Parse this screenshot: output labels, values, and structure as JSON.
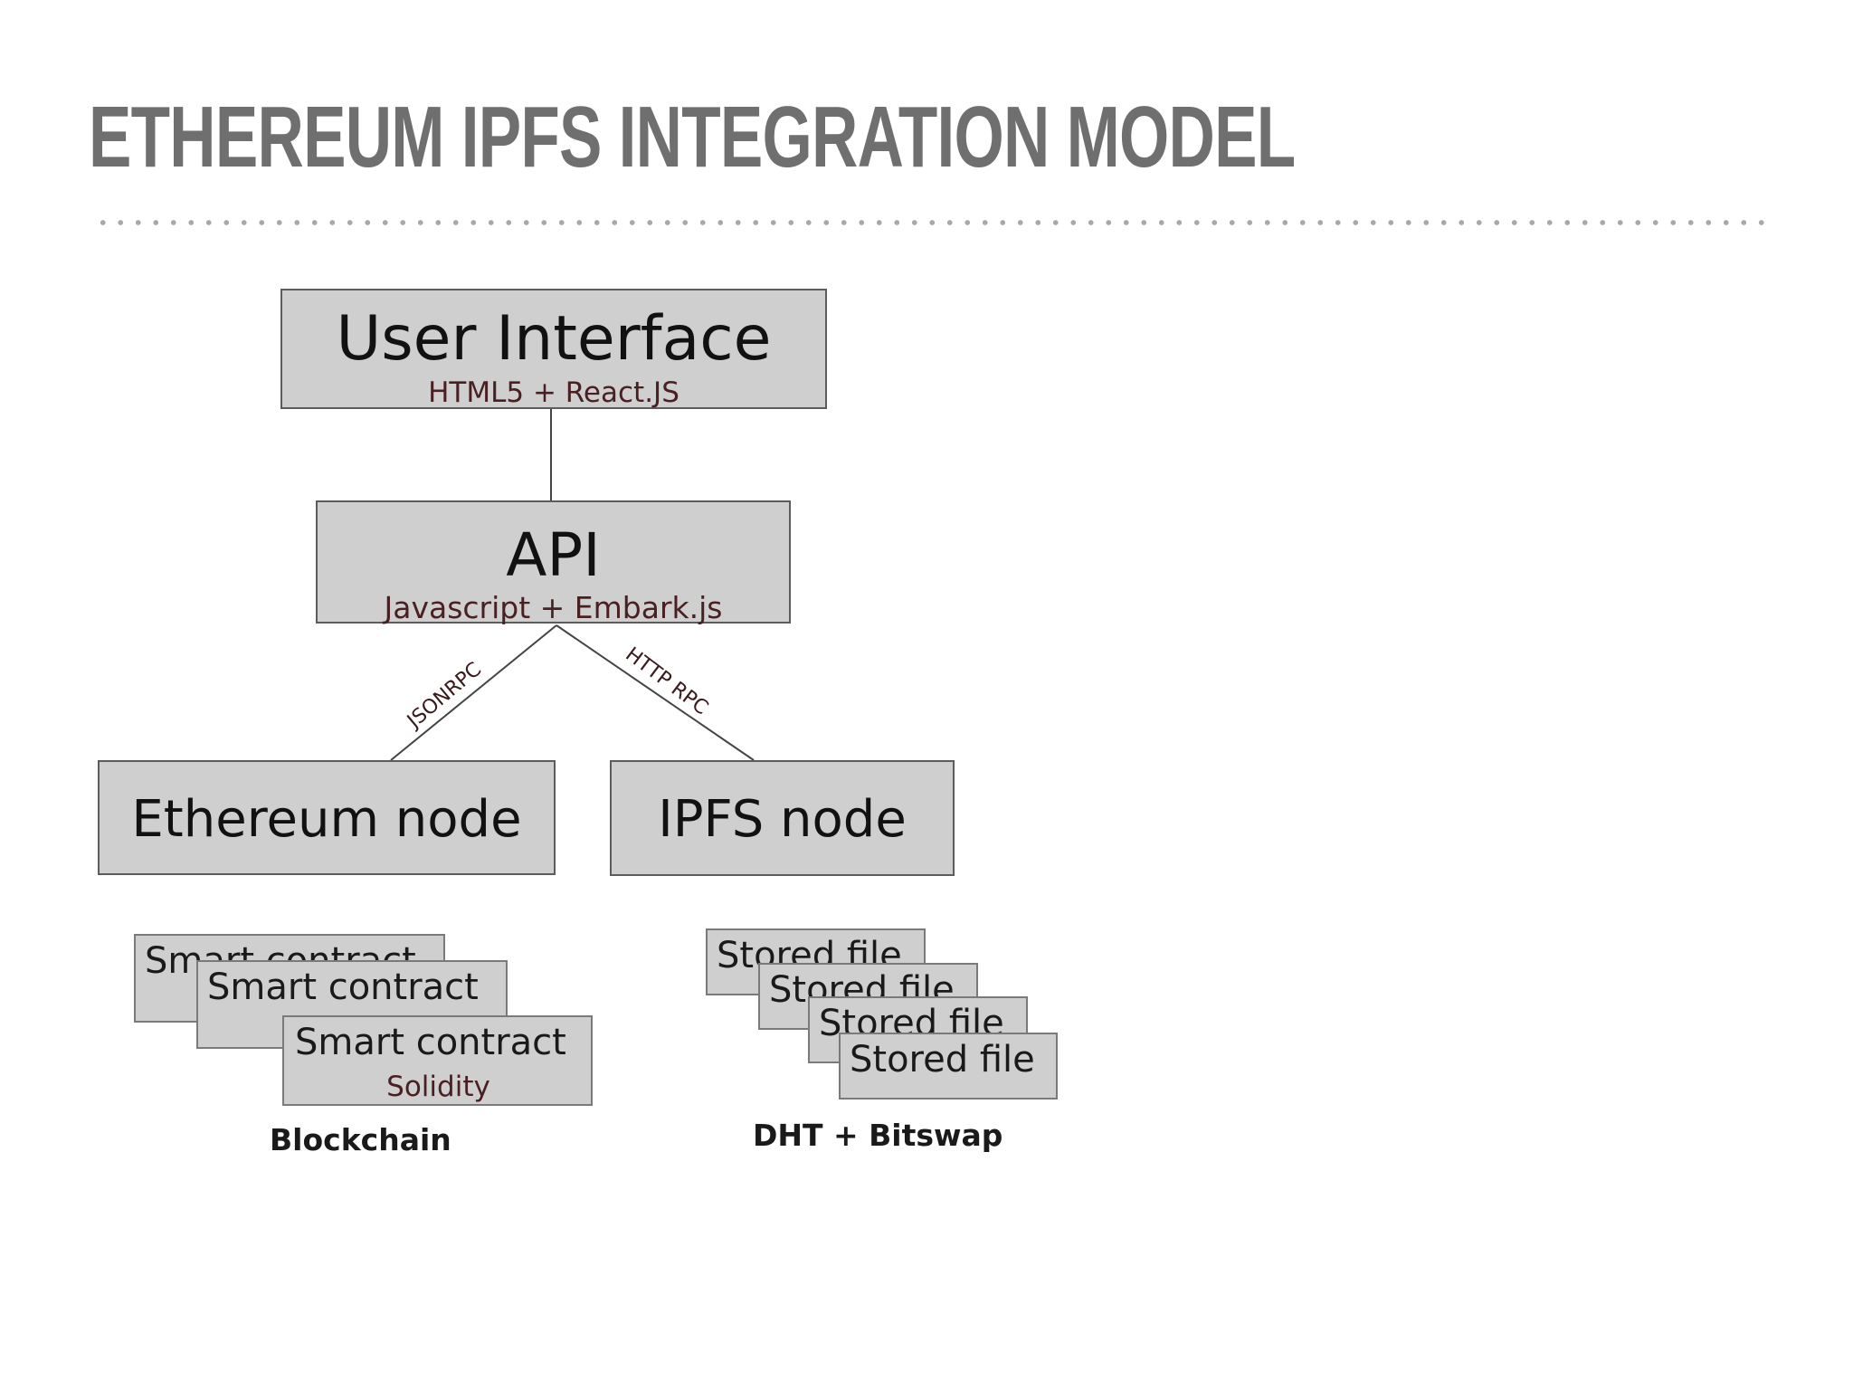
{
  "title": "ETHEREUM IPFS INTEGRATION MODEL",
  "diagram": {
    "user_interface": {
      "label": "User Interface",
      "tech": "HTML5 + React.JS"
    },
    "api": {
      "label": "API",
      "tech": "Javascript + Embark.js"
    },
    "ethereum_node": {
      "label": "Ethereum node"
    },
    "ipfs_node": {
      "label": "IPFS node"
    },
    "links": {
      "api_to_ethereum": "JSONRPC",
      "api_to_ipfs": "HTTP RPC"
    },
    "smart_contracts": {
      "items": [
        "Smart contract",
        "Smart contract",
        "Smart contract"
      ],
      "language": "Solidity",
      "caption": "Blockchain"
    },
    "stored_files": {
      "items": [
        "Stored file",
        "Stored file",
        "Stored file",
        "Stored file"
      ],
      "caption": "DHT + Bitswap"
    }
  }
}
